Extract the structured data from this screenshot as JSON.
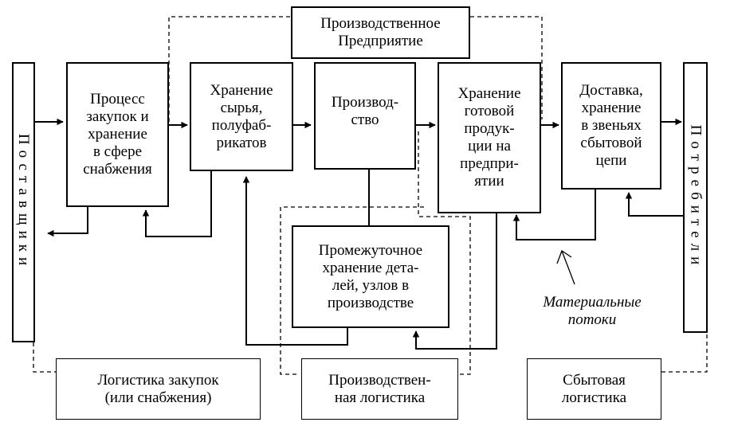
{
  "boxes": {
    "enterprise": "Производственное\nПредприятие",
    "suppliers": "Поставщики",
    "consumers": "Потребители",
    "procurement_process": "Процесс\nзакупок и\nхранение\nв сфере\nснабжения",
    "raw_storage": "Хранение\nсырья,\nполуфаб-\nрикатов",
    "production": "Производ-\nство",
    "finished_storage": "Хранение\nготовой\nпродук-\nции на\nпредпри-\nятии",
    "distribution": "Доставка,\nхранение\nв звеньях\nсбытовой\nцепи",
    "intermediate_storage": "Промежуточное\nхранение дета-\nлей, узлов в\nпроизводстве",
    "procurement_logistics": "Логистика закупок\n(или снабжения)",
    "production_logistics": "Производствен-\nная логистика",
    "sales_logistics": "Сбытовая\nлогистика"
  },
  "annotation": "Материальные\nпотоки"
}
